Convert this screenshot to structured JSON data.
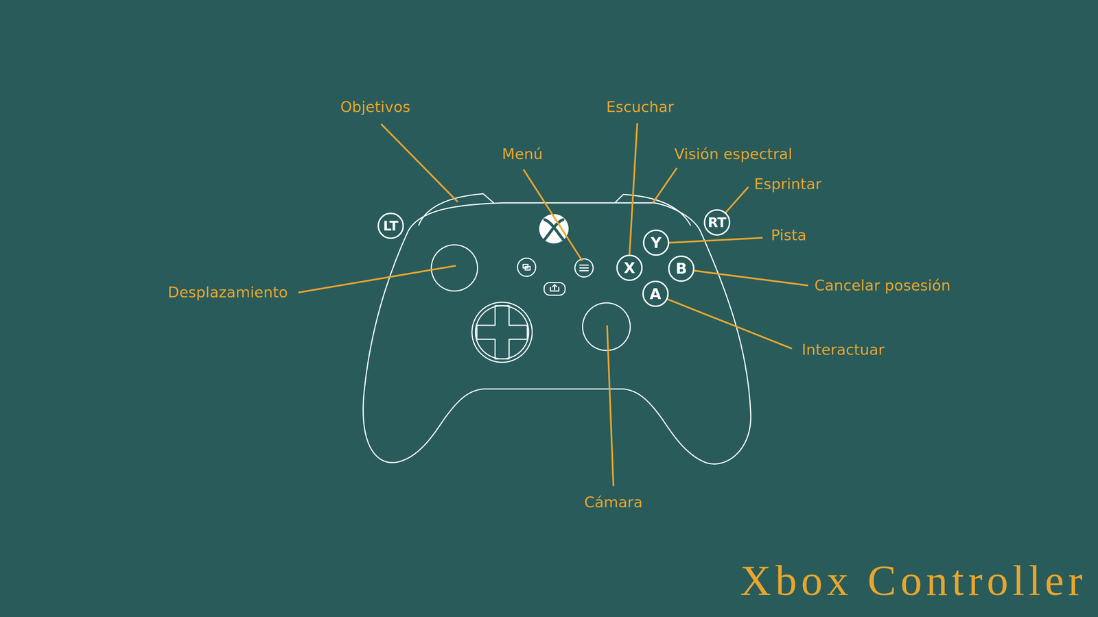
{
  "diagram": {
    "title": "Xbox Controller",
    "nodes": [
      {
        "text": [
          "LT"
        ]
      },
      {
        "text": [
          "RT"
        ]
      },
      {
        "text": [
          "Y"
        ]
      },
      {
        "text": [
          "X"
        ]
      },
      {
        "text": [
          "B"
        ]
      },
      {
        "text": [
          "A"
        ]
      }
    ],
    "labels": [
      "Objetivos",
      "Escuchar",
      "Menú",
      "Visión espectral",
      "Esprintar",
      "Pista",
      "Desplazamiento",
      "Cancelar posesión",
      "Interactuar",
      "Cámara"
    ]
  }
}
